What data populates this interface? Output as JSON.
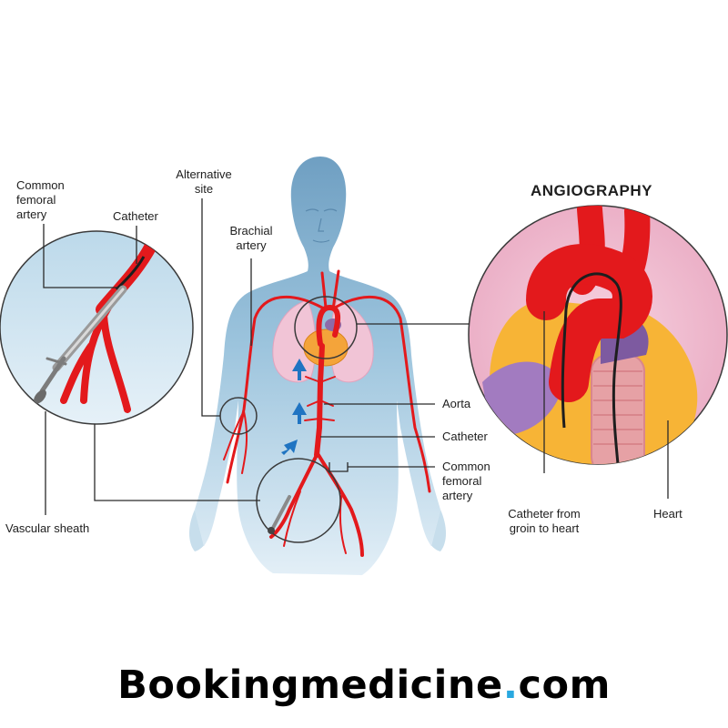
{
  "title": "ANGIOGRAPHY",
  "labels": {
    "common_femoral_left": [
      "Common",
      "femoral",
      "artery"
    ],
    "catheter_left": "Catheter",
    "alternative_site": [
      "Alternative",
      "site"
    ],
    "brachial_artery": [
      "Brachial",
      "artery"
    ],
    "aorta": "Aorta",
    "catheter_right": "Catheter",
    "common_femoral_right": [
      "Common",
      "femoral",
      "artery"
    ],
    "vascular_sheath": "Vascular sheath",
    "catheter_from_groin": [
      "Catheter from",
      "groin to heart"
    ],
    "heart": "Heart"
  },
  "brand": {
    "name": "Bookingmedicine",
    "dot": ".",
    "tld": "com"
  },
  "colors": {
    "body_blue": "#8fbcd8",
    "body_light": "#c9e0ee",
    "artery_red": "#e3191c",
    "lung_pink": "#f4c6d6",
    "heart_orange": "#f4a43a",
    "arrow_blue": "#1f74c2",
    "brand_dot": "#29a8e0"
  }
}
